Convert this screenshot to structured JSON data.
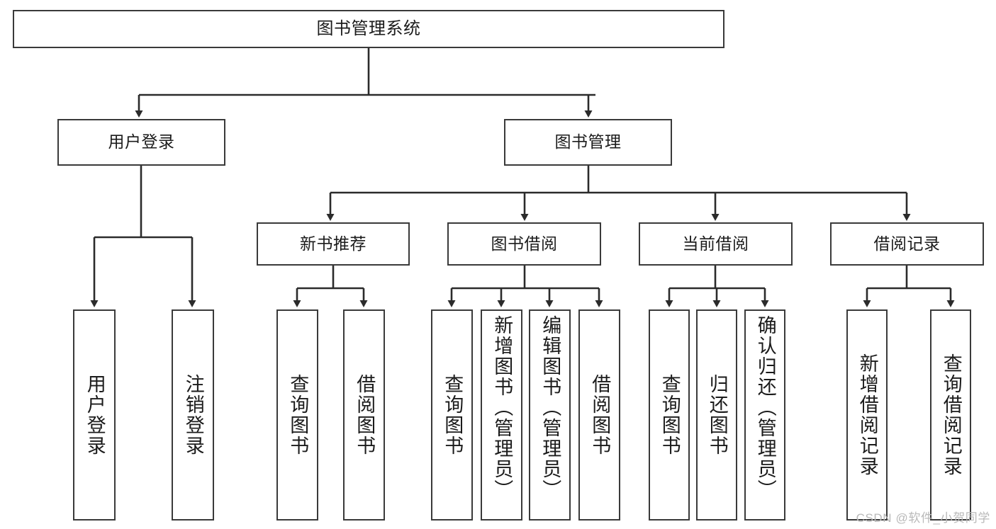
{
  "diagram": {
    "title": "图书管理系统",
    "type": "hierarchy-tree",
    "colors": {
      "box_border": "#3a3a3a",
      "box_fill": "#ffffff",
      "connector": "#2b2b2b",
      "watermark": "#b9b9b9"
    },
    "root": {
      "label": "图书管理系统"
    },
    "level2": [
      {
        "label": "用户登录"
      },
      {
        "label": "图书管理"
      }
    ],
    "level3": [
      {
        "label": "新书推荐"
      },
      {
        "label": "图书借阅"
      },
      {
        "label": "当前借阅"
      },
      {
        "label": "借阅记录"
      }
    ],
    "leaves": [
      {
        "label": "用户登录"
      },
      {
        "label": "注销登录"
      },
      {
        "label": "查询图书"
      },
      {
        "label": "借阅图书"
      },
      {
        "label": "查询图书"
      },
      {
        "label": "新增图书（管理员）"
      },
      {
        "label": "编辑图书（管理员）"
      },
      {
        "label": "借阅图书"
      },
      {
        "label": "查询图书"
      },
      {
        "label": "归还图书"
      },
      {
        "label": "确认归还（管理员）"
      },
      {
        "label": "新增借阅记录"
      },
      {
        "label": "查询借阅记录"
      }
    ]
  },
  "watermark": {
    "text": "CSDN @软件_小贺同学"
  }
}
